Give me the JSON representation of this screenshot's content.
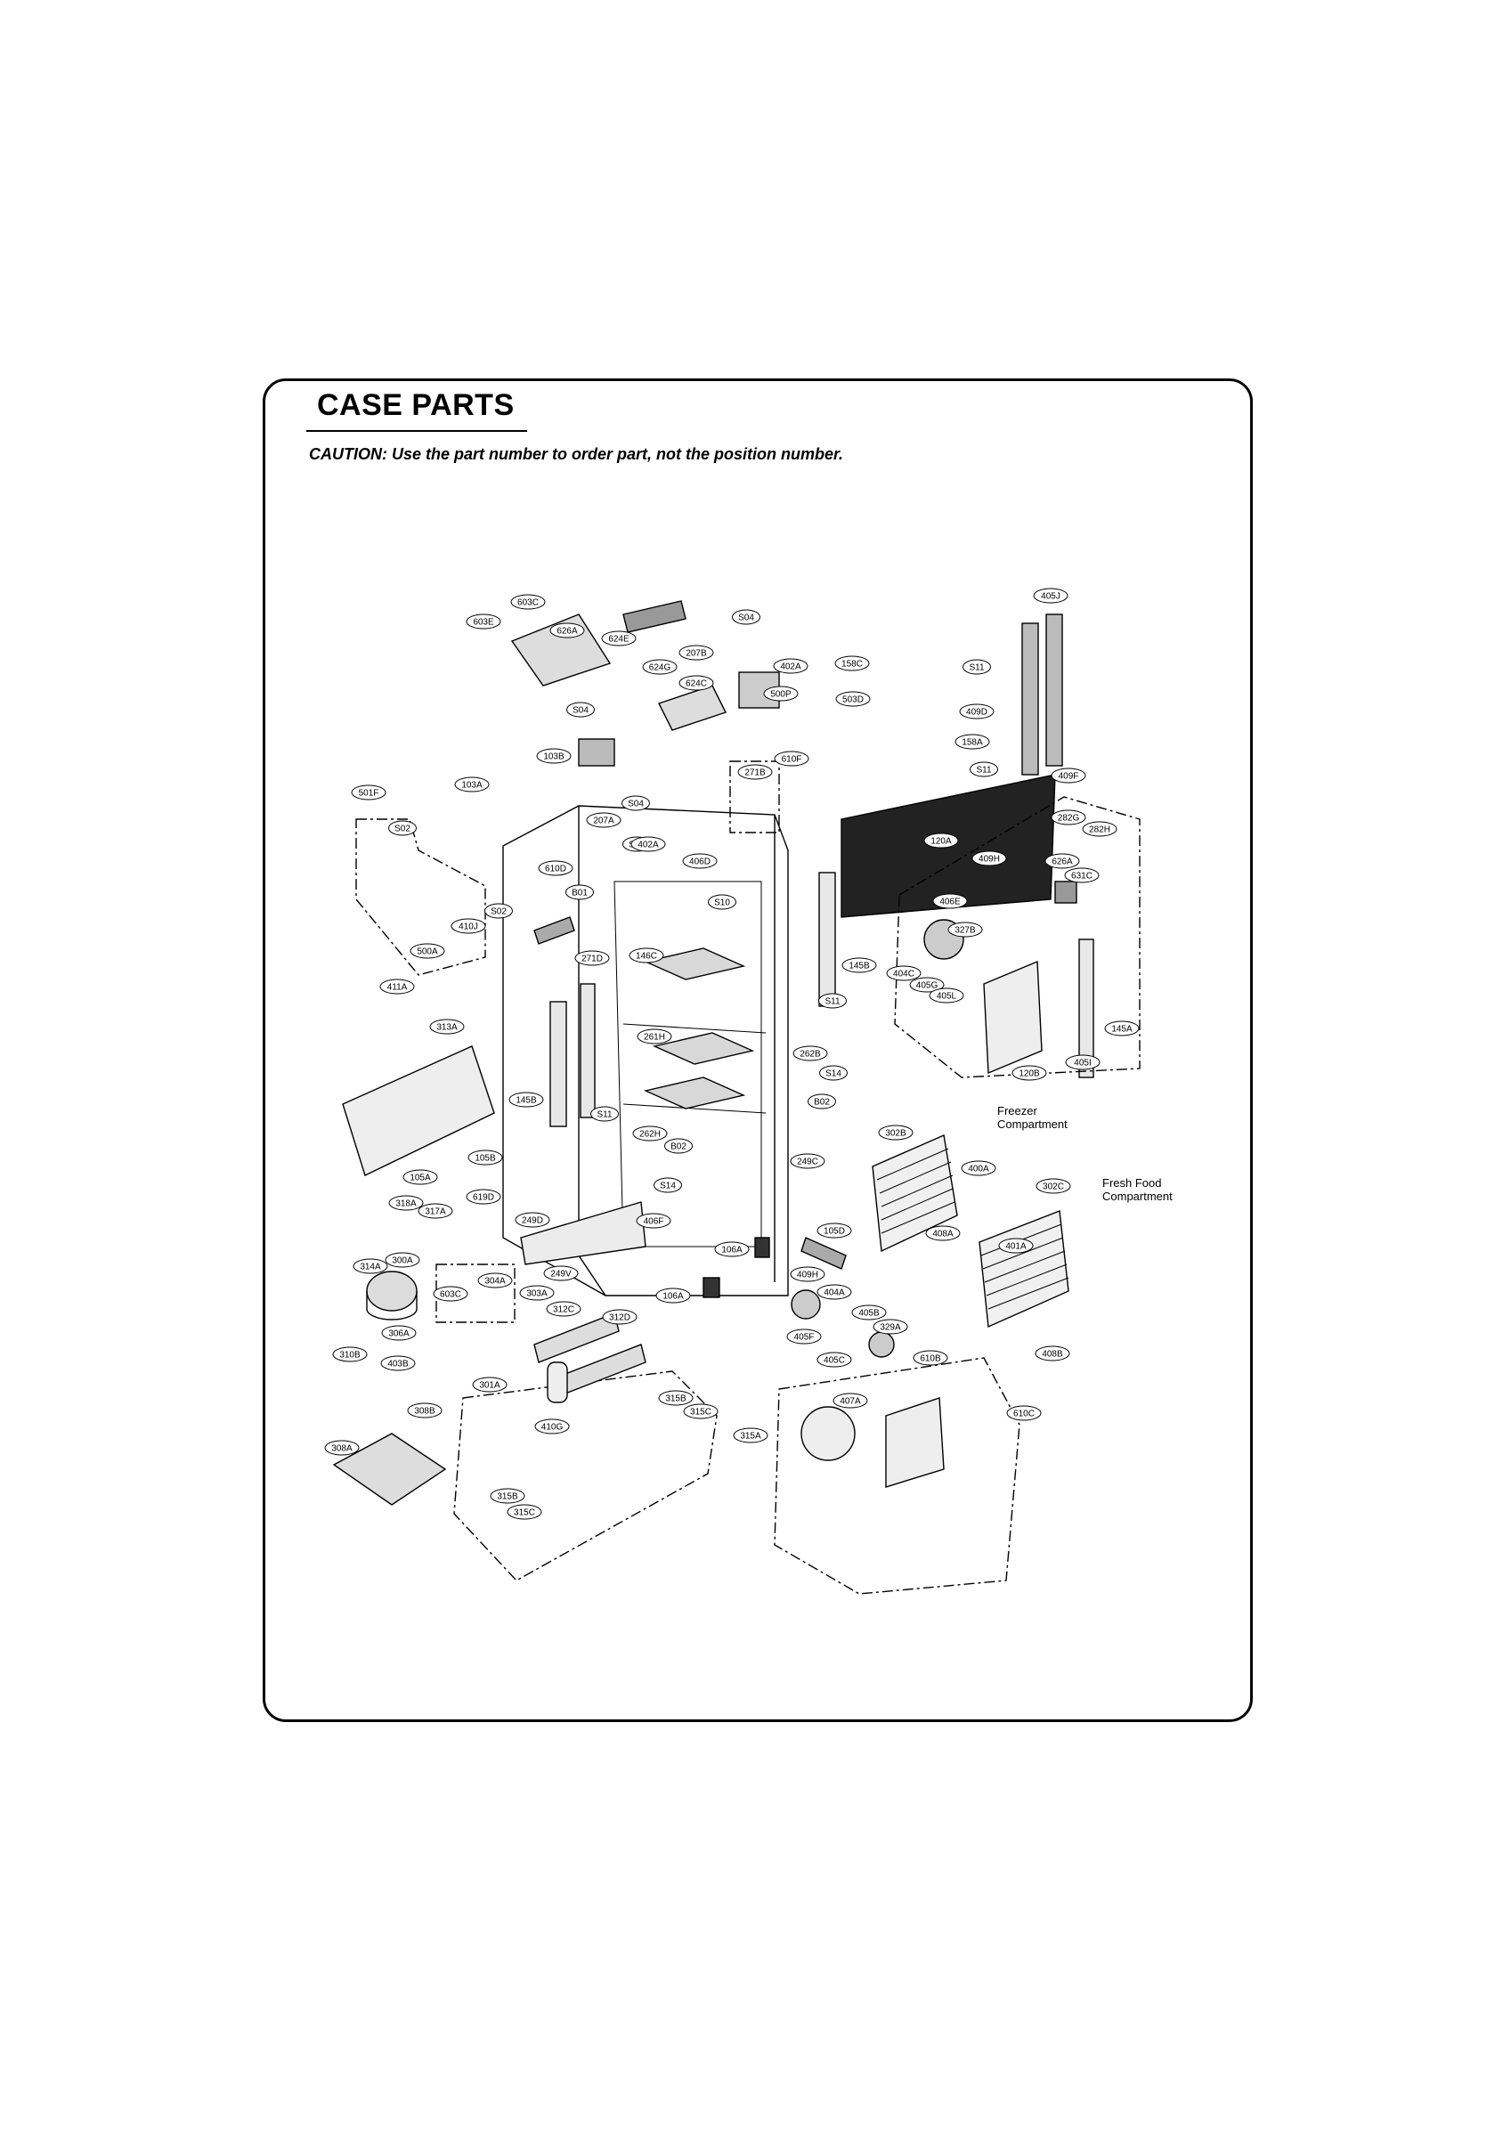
{
  "header": {
    "title": "CASE PARTS",
    "caution": "CAUTION: Use the part number to order part, not the position number."
  },
  "regions": {
    "freezer": "Freezer\nCompartment",
    "fresh_food": "Fresh Food\nCompartment"
  },
  "callouts": [
    "603C",
    "603E",
    "626A",
    "624E",
    "S04",
    "207B",
    "402A",
    "624G",
    "624C",
    "500P",
    "158C",
    "S11",
    "405J",
    "503D",
    "409D",
    "158A",
    "S11",
    "409F",
    "S04",
    "103B",
    "610F",
    "271B",
    "S04",
    "103A",
    "501F",
    "S02",
    "207A",
    "S04",
    "402A",
    "610D",
    "406D",
    "B01",
    "S10",
    "S02",
    "410J",
    "120A",
    "282G",
    "282H",
    "409H",
    "626A",
    "631C",
    "500A",
    "271D",
    "146C",
    "406E",
    "327B",
    "145B",
    "411A",
    "404C",
    "405G",
    "405L",
    "S11",
    "313A",
    "261H",
    "262B",
    "145B",
    "S14",
    "S11",
    "B02",
    "145A",
    "120B",
    "405I",
    "262H",
    "B02",
    "249C",
    "105B",
    "302B",
    "105A",
    "S14",
    "400A",
    "318A",
    "317A",
    "619D",
    "249D",
    "406F",
    "302C",
    "105D",
    "106A",
    "249V",
    "314A",
    "300A",
    "304A",
    "603C",
    "303A",
    "106A",
    "409H",
    "404A",
    "408A",
    "401A",
    "312C",
    "312D",
    "405B",
    "405F",
    "329A",
    "306A",
    "310B",
    "405C",
    "408B",
    "403B",
    "301A",
    "610B",
    "315B",
    "308B",
    "315C",
    "407A",
    "610C",
    "410G",
    "315A",
    "308A",
    "315B",
    "315C"
  ]
}
